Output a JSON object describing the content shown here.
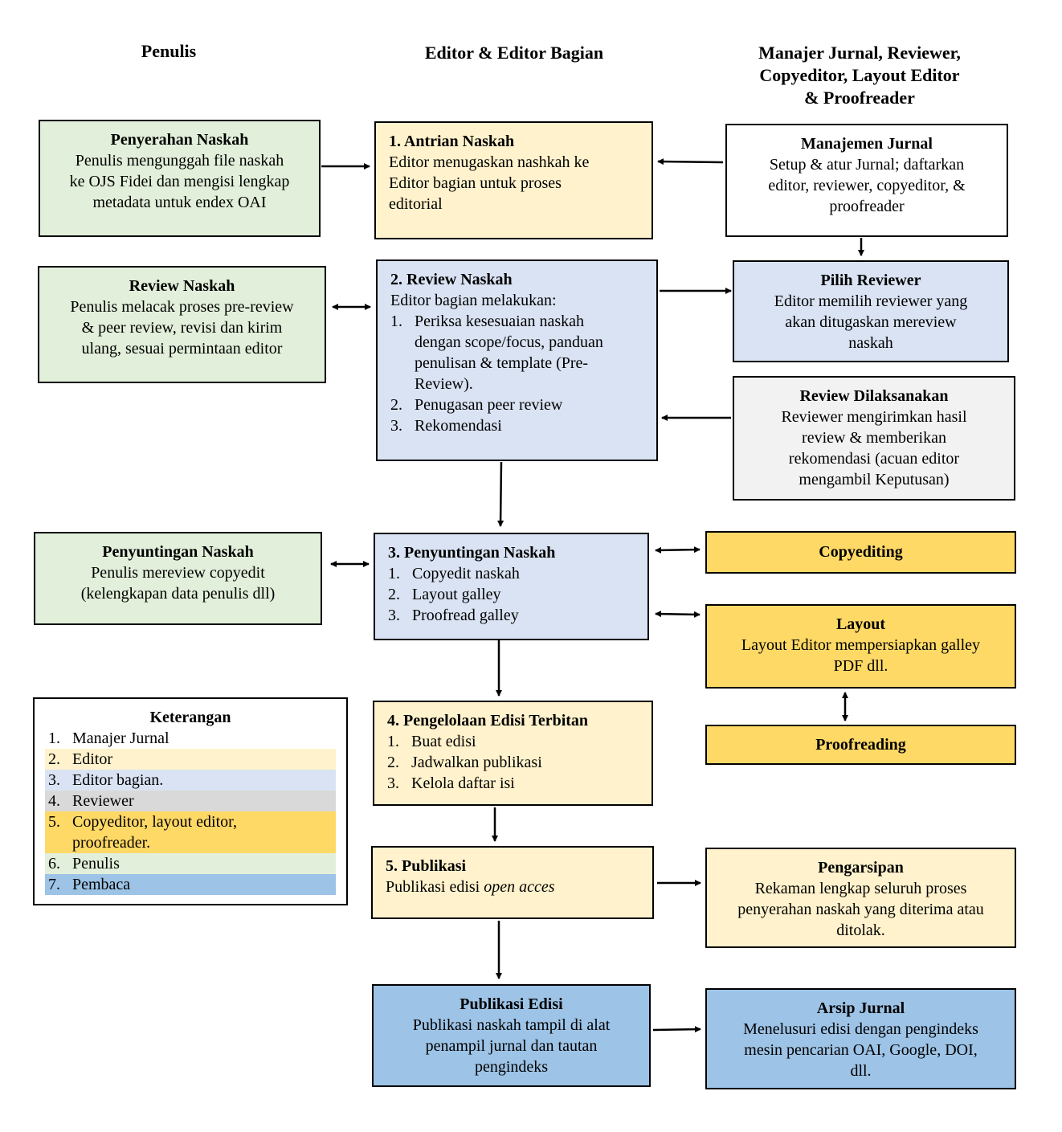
{
  "columns": {
    "penulis": "Penulis",
    "editor": "Editor & Editor Bagian",
    "manajer_line1": "Manajer Jurnal, Reviewer,",
    "manajer_line2": "Copyeditor, Layout Editor",
    "manajer_line3": "& Proofreader"
  },
  "penyerahan": {
    "title": "Penyerahan Naskah",
    "l1": "Penulis mengunggah file naskah",
    "l2": "ke OJS Fidei dan mengisi lengkap",
    "l3": "metadata untuk endex OAI"
  },
  "antrian": {
    "title": "1.  Antrian Naskah",
    "l1": "Editor menugaskan nashkah ke",
    "l2": "Editor bagian untuk proses",
    "l3": "editorial"
  },
  "manajemen": {
    "title": "Manajemen Jurnal",
    "l1": "Setup & atur Jurnal; daftarkan",
    "l2": "editor, reviewer, copyeditor, &",
    "l3": "proofreader"
  },
  "review_penulis": {
    "title": "Review Naskah",
    "l1": "Penulis melacak proses pre-review",
    "l2": "& peer review, revisi dan kirim",
    "l3": "ulang, sesuai permintaan editor"
  },
  "review_editor": {
    "title": "2. Review Naskah",
    "intro": "Editor bagian melakukan:",
    "items": [
      {
        "n": "1.",
        "lines": [
          "Periksa kesesuaian naskah",
          "dengan scope/focus, panduan",
          "penulisan & template (Pre-",
          "Review)."
        ]
      },
      {
        "n": "2.",
        "lines": [
          "Penugasan peer review"
        ]
      },
      {
        "n": "3.",
        "lines": [
          "Rekomendasi"
        ]
      }
    ]
  },
  "pilih_reviewer": {
    "title": "Pilih Reviewer",
    "l1": "Editor memilih reviewer yang",
    "l2": "akan ditugaskan mereview",
    "l3": "naskah"
  },
  "review_dilaksanakan": {
    "title": "Review Dilaksanakan",
    "l1": "Reviewer mengirimkan hasil",
    "l2": "review & memberikan",
    "l3": "rekomendasi (acuan editor",
    "l4": "mengambil Keputusan)"
  },
  "penyuntingan_penulis": {
    "title": "Penyuntingan Naskah",
    "l1": "Penulis mereview copyedit",
    "l2": "(kelengkapan data penulis dll)"
  },
  "penyuntingan_editor": {
    "title": "3. Penyuntingan Naskah",
    "items": [
      {
        "n": "1.",
        "text": "Copyedit naskah"
      },
      {
        "n": "2.",
        "text": "Layout galley"
      },
      {
        "n": "3.",
        "text": "Proofread galley"
      }
    ]
  },
  "copyediting": {
    "title": "Copyediting"
  },
  "layout": {
    "title": "Layout",
    "l1": "Layout Editor mempersiapkan galley",
    "l2": "PDF dll."
  },
  "proofreading": {
    "title": "Proofreading"
  },
  "legend": {
    "title": "Keterangan",
    "items": [
      {
        "n": "1.",
        "lines": [
          "Manajer Jurnal"
        ],
        "color": "#ffffff"
      },
      {
        "n": "2.",
        "lines": [
          "Editor"
        ],
        "color": "#fff2cc"
      },
      {
        "n": "3.",
        "lines": [
          "Editor bagian."
        ],
        "color": "#dae3f3"
      },
      {
        "n": "4.",
        "lines": [
          "Reviewer"
        ],
        "color": "#d9d9d9"
      },
      {
        "n": "5.",
        "lines": [
          "Copyeditor, layout editor,",
          "proofreader."
        ],
        "color": "#ffd966"
      },
      {
        "n": "6.",
        "lines": [
          "Penulis"
        ],
        "color": "#e2efda"
      },
      {
        "n": "7.",
        "lines": [
          "Pembaca"
        ],
        "color": "#9dc3e6"
      }
    ]
  },
  "pengelolaan": {
    "title": "4. Pengelolaan Edisi Terbitan",
    "items": [
      {
        "n": "1.",
        "text": "Buat edisi"
      },
      {
        "n": "2.",
        "text": "Jadwalkan publikasi"
      },
      {
        "n": "3.",
        "text": "Kelola daftar isi"
      }
    ]
  },
  "publikasi": {
    "title": "5. Publikasi",
    "text_plain": "Publikasi edisi ",
    "text_italic": "open acces"
  },
  "pengarsipan": {
    "title": "Pengarsipan",
    "l1": "Rekaman lengkap seluruh proses",
    "l2": "penyerahan naskah yang diterima atau",
    "l3": "ditolak."
  },
  "publikasi_edisi": {
    "title": "Publikasi Edisi",
    "l1": "Publikasi naskah tampil di alat",
    "l2": "penampil jurnal dan tautan",
    "l3": "pengindeks"
  },
  "arsip": {
    "title": "Arsip Jurnal",
    "l1": "Menelusuri edisi dengan pengindeks",
    "l2": "mesin pencarian OAI, Google, DOI,",
    "l3": "dll."
  },
  "colors": {
    "penulis": "#e2efda",
    "editor": "#fff2cc",
    "editor_bagian": "#dae3f3",
    "manajer": "#ffffff",
    "reviewer": "#f2f2f2",
    "copyeditor": "#ffd966",
    "pembaca": "#9dc3e6"
  }
}
